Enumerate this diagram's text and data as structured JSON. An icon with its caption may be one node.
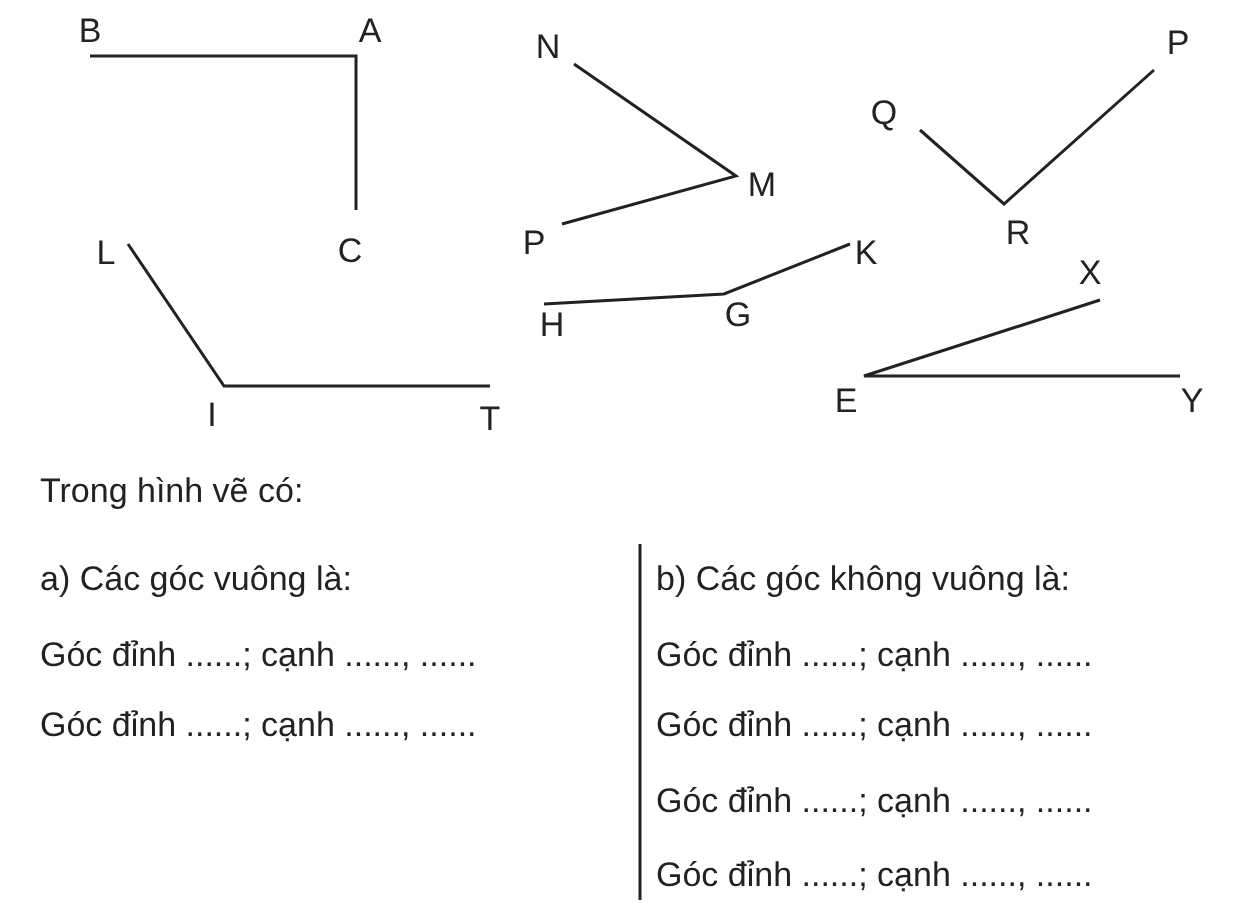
{
  "diagram": {
    "labels": [
      "B",
      "A",
      "N",
      "P",
      "Q",
      "M",
      "R",
      "L",
      "C",
      "P",
      "K",
      "X",
      "H",
      "G",
      "E",
      "I",
      "T",
      "Y",
      "Trong hình vẽ có:",
      "a) Các góc vuông là:",
      "b) Các góc không vuông là:",
      "Góc đỉnh ......; cạnh ......, ......",
      "Góc đỉnh ......; cạnh ......, ......",
      "Góc đỉnh ......; cạnh ......, ......",
      "Góc đỉnh ......; cạnh ......, ......",
      "Góc đỉnh ......; cạnh ......, ......",
      "Góc đỉnh ......; cạnh ......, ......"
    ]
  }
}
